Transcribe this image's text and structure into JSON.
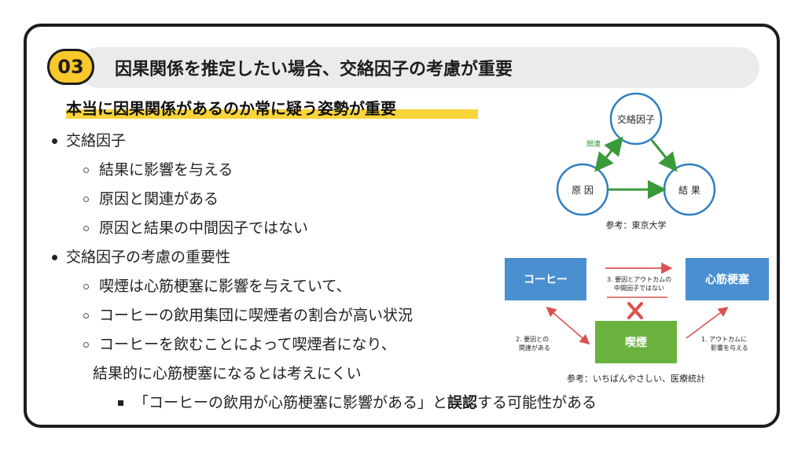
{
  "slide": {
    "number": "03",
    "title": "因果関係を推定したい場合、交絡因子の考慮が重要",
    "headline": "本当に因果関係があるのか常に疑う姿勢が重要"
  },
  "bullets": {
    "b1": "交絡因子",
    "b1_1": "結果に影響を与える",
    "b1_2": "原因と関連がある",
    "b1_3": "原因と結果の中間因子ではない",
    "b2": "交絡因子の考慮の重要性",
    "b2_1": "喫煙は心筋梗塞に影響を与えていて、",
    "b2_2": "コーヒーの飲用集団に喫煙者の割合が高い状況",
    "b2_3": "コーヒーを飲むことによって喫煙者になり、",
    "b2_3_cont": "結果的に心筋梗塞になるとは考えにくい",
    "b2_3_1_pre": "「コーヒーの飲用が心筋梗塞に影響がある」と",
    "b2_3_1_bold": "誤認",
    "b2_3_1_post": "する可能性がある"
  },
  "diagram1": {
    "confounder": "交絡因子",
    "cause": "原 因",
    "effect": "結 果",
    "assoc_label": "関連",
    "source": "参考：東京大学",
    "colors": {
      "circle_border": "#2f7fbf",
      "arrow": "#3a9a3a"
    }
  },
  "diagram2": {
    "coffee": "コーヒー",
    "mi": "心筋梗塞",
    "smoking": "喫煙",
    "label_middle_1": "3. 要因とアウトカムの",
    "label_middle_2": "中間因子ではない",
    "label_left_1": "2. 要因との",
    "label_left_2": "関連がある",
    "label_right_1": "1.  アウトカムに",
    "label_right_2": "影響を与える",
    "source": "参考：いちばんやさしい、医療統計",
    "colors": {
      "box_blue": "#4a8fd0",
      "box_green": "#6ab23e",
      "arrow_red": "#d9534f"
    }
  }
}
